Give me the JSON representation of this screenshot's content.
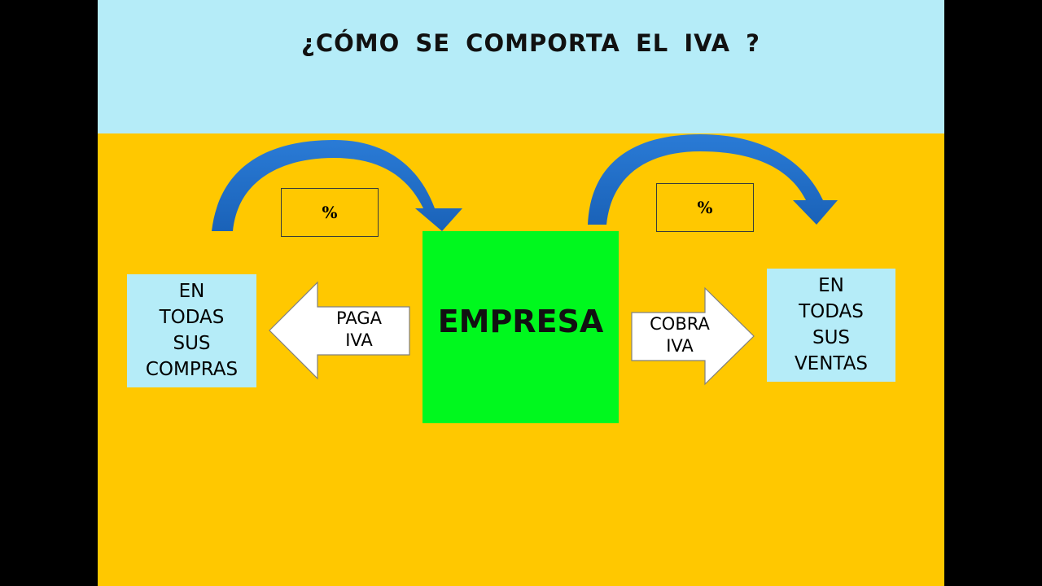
{
  "title": "¿CÓMO SE COMPORTA EL IVA ?",
  "center": {
    "label": "EMPRESA"
  },
  "left_box": {
    "lines": [
      "EN",
      "TODAS",
      "SUS",
      "COMPRAS"
    ]
  },
  "right_box": {
    "lines": [
      "EN",
      "TODAS",
      "SUS",
      "VENTAS"
    ]
  },
  "left_arrow": {
    "lines": [
      "PAGA",
      "IVA"
    ]
  },
  "right_arrow": {
    "lines": [
      "COBRA",
      "IVA"
    ]
  },
  "left_percent": "%",
  "right_percent": "%",
  "icons": {
    "curved_arrow_left": "curved-arrow-down-right",
    "curved_arrow_right": "curved-arrow-down-right",
    "block_arrow_left": "block-arrow-left",
    "block_arrow_right": "block-arrow-right"
  },
  "colors": {
    "background": "#FFC800",
    "header": "#B5ECF8",
    "empresa": "#00F81E",
    "side_boxes": "#B5ECF8",
    "curved_arrows": "#1F6EC8"
  }
}
